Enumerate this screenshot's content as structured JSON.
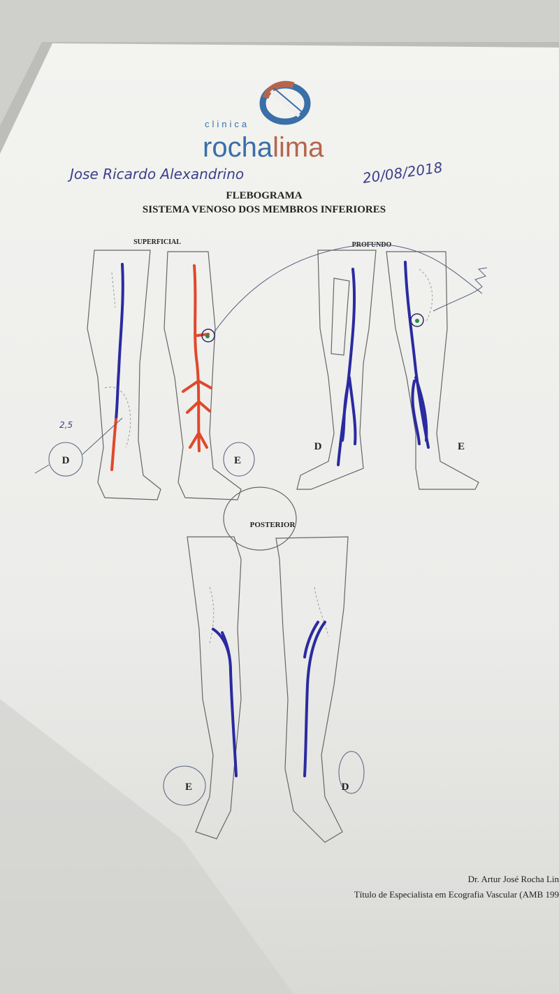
{
  "logo": {
    "small": "clinica",
    "brand_part1": "rocha",
    "brand_part2": "lima",
    "colors": {
      "blue": "#3a6fa8",
      "brown": "#b4664d"
    }
  },
  "patient": {
    "name": "Jose Ricardo Alexandrino",
    "date": "20/08/2018"
  },
  "title": "FLEBOGRAMA",
  "subtitle": "SISTEMA VENOSO DOS MEMBROS INFERIORES",
  "sections": {
    "superficial": "SUPERFICIAL",
    "profundo": "PROFUNDO",
    "posterior": "POSTERIOR"
  },
  "side_labels": {
    "sup_right": "D",
    "sup_left": "E",
    "prof_right": "D",
    "prof_left": "E",
    "post_left": "E",
    "post_right": "D"
  },
  "annotation": "2,5",
  "footer": {
    "doctor": "Dr. Artur José Rocha Lin",
    "credential": "Título de Especialista em Ecografia Vascular (AMB 199"
  },
  "colors": {
    "vein_blue": "#2a2aa0",
    "vein_red": "#e0482a",
    "paper": "#efefec"
  }
}
